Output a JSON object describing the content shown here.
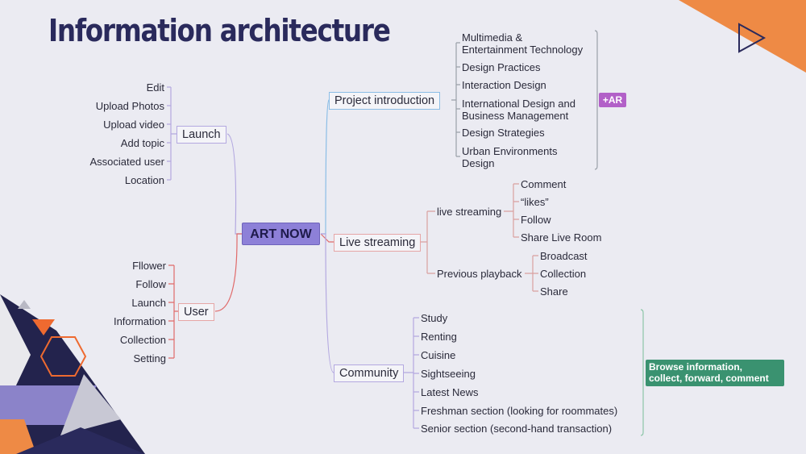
{
  "title": "Information architecture",
  "colors": {
    "title": "#2a2a5c",
    "center_node": "#8d80d8",
    "ar_tag": "#b260c8",
    "browse_tag": "#3a9270",
    "orange_accent": "#ee8a45",
    "navy": "#2a2a5c"
  },
  "mindmap": {
    "center": "ART NOW",
    "left": [
      {
        "label": "Launch",
        "children": [
          "Edit",
          "Upload Photos",
          "Upload video",
          "Add topic",
          "Associated user",
          "Location"
        ]
      },
      {
        "label": "User",
        "children": [
          "Fllower",
          "Follow",
          "Launch",
          "Information",
          "Collection",
          "Setting"
        ]
      }
    ],
    "right": [
      {
        "label": "Project introduction",
        "children": [
          [
            "Multimedia &",
            "Entertainment Technology"
          ],
          [
            "Design Practices"
          ],
          [
            "Interaction Design"
          ],
          [
            "International Design and",
            "Business Management"
          ],
          [
            "Design Strategies"
          ],
          [
            "Urban Environments",
            "Design"
          ]
        ],
        "tag": "+AR"
      },
      {
        "label": "Live streaming",
        "subgroups": [
          {
            "label": "live streaming",
            "children": [
              "Comment",
              "“likes”",
              "Follow",
              "Share Live Room"
            ]
          },
          {
            "label": "Previous playback",
            "children": [
              "Broadcast",
              "Collection",
              "Share"
            ]
          }
        ]
      },
      {
        "label": "Community",
        "children": [
          "Study",
          "Renting",
          "Cuisine",
          "Sightseeing",
          "Latest News",
          "Freshman section (looking for roommates)",
          "Senior section (second-hand transaction)"
        ],
        "tag": [
          "Browse information,",
          "collect, forward, comment"
        ]
      }
    ]
  }
}
